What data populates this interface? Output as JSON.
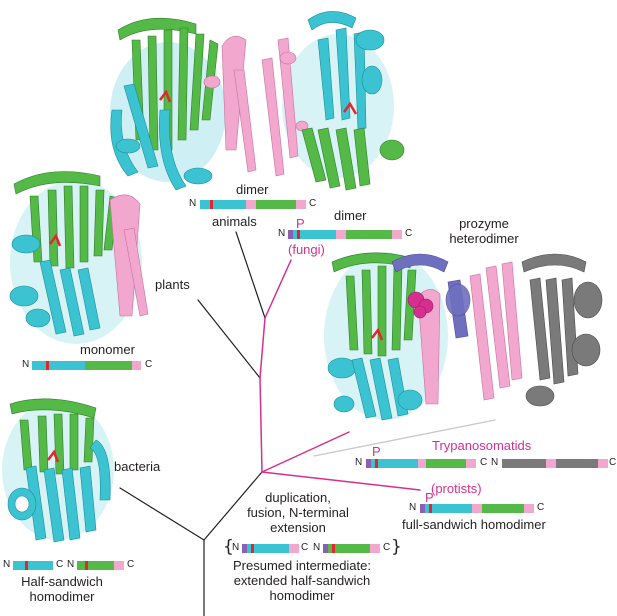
{
  "colors": {
    "tree_black": "#231f20",
    "tree_magenta": "#d62f8f",
    "tree_grey": "#c8c8c8",
    "domain_cyan": "#3cc3d2",
    "domain_green": "#54b947",
    "domain_pink": "#f2a7cf",
    "active_site_red": "#e3262e",
    "prozyme_purple": "#8a5fb5",
    "prozyme_helix_blue": "#6f6fc0",
    "prozyme_grey": "#7a7a7a"
  },
  "labels": {
    "dimer_animals": "dimer",
    "animals": "animals",
    "dimer_fungi": "dimer",
    "fungi_p": "P",
    "fungi": "(fungi)",
    "plants": "plants",
    "monomer": "monomer",
    "prozyme_heterodimer": "prozyme\nheterodimer",
    "bacteria": "bacteria",
    "trypanosomatids": "Trypanosomatids",
    "tryp_p": "P",
    "protists": "(protists)",
    "protists_p": "P",
    "full_sandwich": "full-sandwich homodimer",
    "duplication": "duplication,\nfusion, N-terminal\nextension",
    "presumed_intermediate": "Presumed intermediate:\nextended half-sandwich\nhomodimer",
    "half_sandwich": "Half-sandwich\nhomodimer",
    "brace_left": "{",
    "brace_right": "}"
  },
  "terminal_labels": {
    "n": "N",
    "c": "C"
  },
  "icons": [
    "protein-ribbon-dimer",
    "protein-ribbon-monomer",
    "protein-ribbon-prozyme-heterodimer",
    "protein-ribbon-half-sandwich"
  ]
}
